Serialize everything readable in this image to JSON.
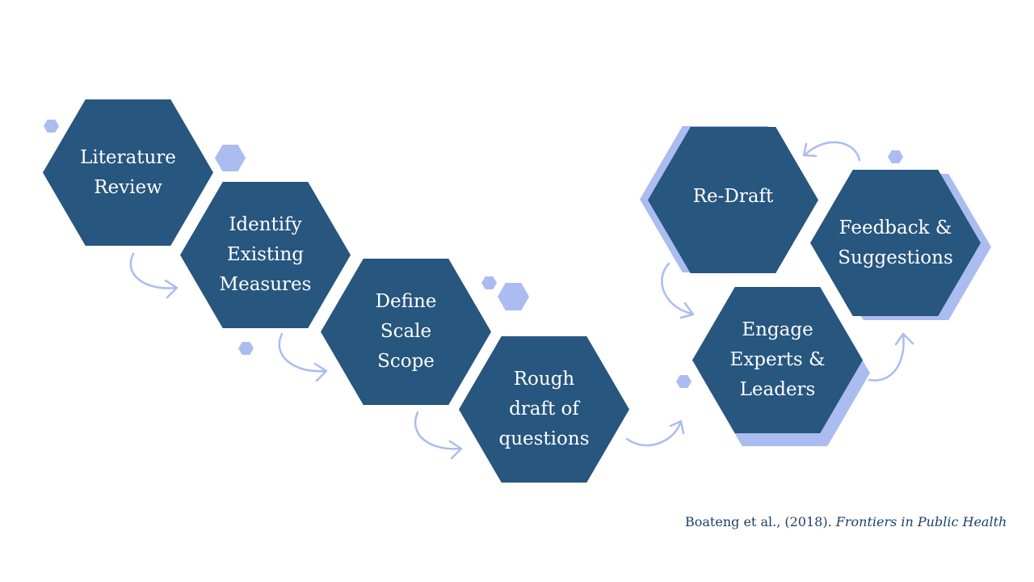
{
  "steps": [
    {
      "lines": [
        "Literature",
        "Review"
      ]
    },
    {
      "lines": [
        "Identify",
        "Existing",
        "Measures"
      ]
    },
    {
      "lines": [
        "Define",
        "Scale",
        "Scope"
      ]
    },
    {
      "lines": [
        "Rough",
        "draft of",
        "questions"
      ]
    },
    {
      "lines": [
        "Re-Draft"
      ]
    },
    {
      "lines": [
        "Feedback &",
        "Suggestions"
      ]
    },
    {
      "lines": [
        "Engage",
        "Experts &",
        "Leaders"
      ]
    }
  ],
  "citation": {
    "authors": "Boateng et al., (2018).",
    "journal": "Frontiers in Public Health"
  },
  "colors": {
    "hex": "#27567f",
    "accent": "#abbcf1",
    "text": "#1d3f66"
  }
}
